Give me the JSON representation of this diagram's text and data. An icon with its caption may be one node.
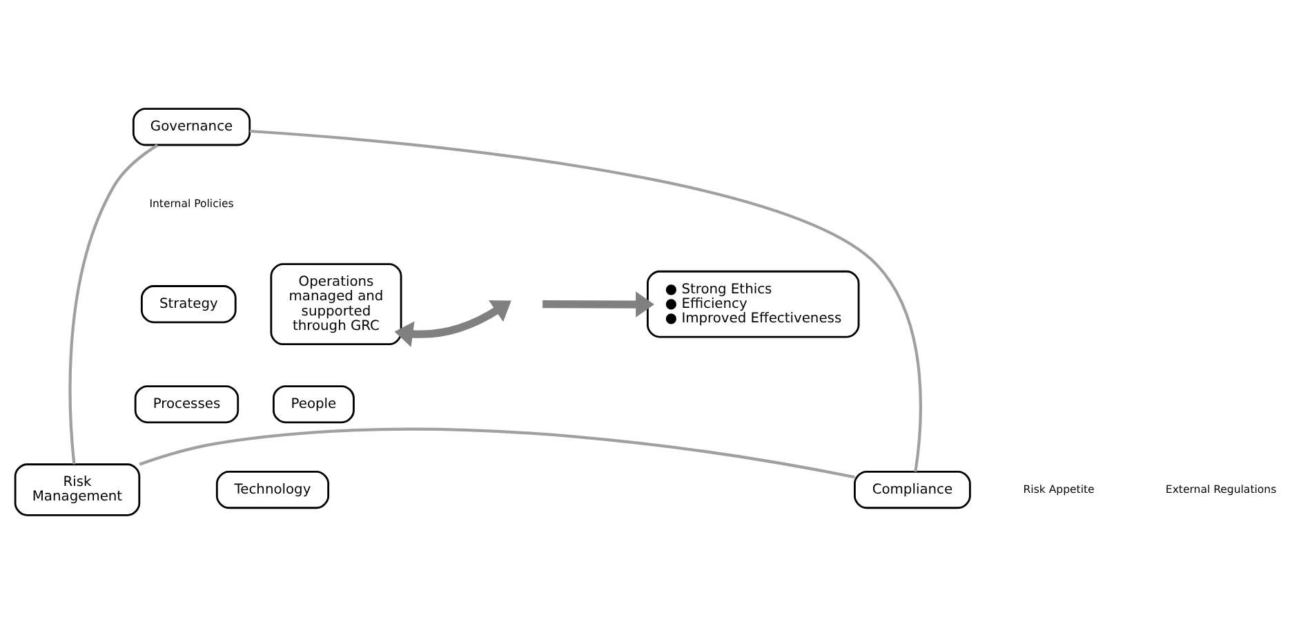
{
  "diagram": {
    "nodes": [
      {
        "text": [
          "Governance"
        ]
      },
      {
        "text": [
          "Risk Management"
        ]
      },
      {
        "text": [
          "Compliance"
        ]
      },
      {
        "text": [
          "Operations managed and supported through GRC"
        ]
      },
      {
        "text": [
          "● Strong Ethics",
          "● Efficiency",
          "● Improved Effectiveness"
        ]
      },
      {
        "text": [
          "Strategy"
        ]
      },
      {
        "text": [
          "Processes"
        ]
      },
      {
        "text": [
          "People"
        ]
      },
      {
        "text": [
          "Technology"
        ]
      }
    ],
    "edges": [
      {
        "from": 0,
        "to": 1,
        "arrow": "none"
      },
      {
        "from": 1,
        "to": 2,
        "arrow": "none"
      },
      {
        "from": 2,
        "to": 0,
        "arrow": "none"
      },
      {
        "from": 3,
        "to": null,
        "arrow": "both",
        "style": "thick",
        "color": "#808080"
      },
      {
        "from": null,
        "to": 4,
        "arrow": "to",
        "style": "thick",
        "color": "#808080"
      }
    ],
    "labels": [
      "Internal Policies",
      "Risk Appetite",
      "External Regulations"
    ]
  }
}
